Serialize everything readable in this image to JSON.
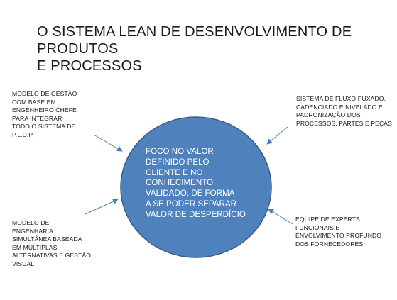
{
  "title": "O  SISTEMA  LEAN DE DESENVOLVIMENTO DE PRODUTOS\nE PROCESSOS",
  "center": {
    "text": "FOCO NO VALOR\nDEFINIDO PELO\nCLIENTE E NO\nCONHECIMENTO\nVALIDADO, DE FORMA\nA  SE PODER SEPARAR\nVALOR DE DESPERDÍCIO",
    "fill_color": "#4f81bd",
    "stroke_color": "#385d8a"
  },
  "notes": {
    "top_left": "  MODELO DE GESTÃO\nCOM BASE EM\nENGENHEIRO CHEFE\nPARA INTEGRAR\nTODO O  SISTEMA DE\nP.L.D.P.",
    "top_right": "SISTEMA DE FLUXO PUXADO,\nCADENCIADO  E NIVELADO E\nPADRONIZAÇÃO DOS\nPROCESSOS, PARTES E PEÇAS",
    "bottom_left": "MODELO  DE\nENGENHARIA\nSIMULTÂNEA  BASEADA\nEM MÚLTIPLAS\nALTERNATIVAS E GESTÃO\nVISUAL",
    "bottom_right": "EQUIPE  DE EXPERTS\nFUNCIONAIS  E\nENVOLVIMENTO  PROFUNDO\nDOS FORNECEDORES"
  },
  "arrow_color": "#4a7ebb"
}
